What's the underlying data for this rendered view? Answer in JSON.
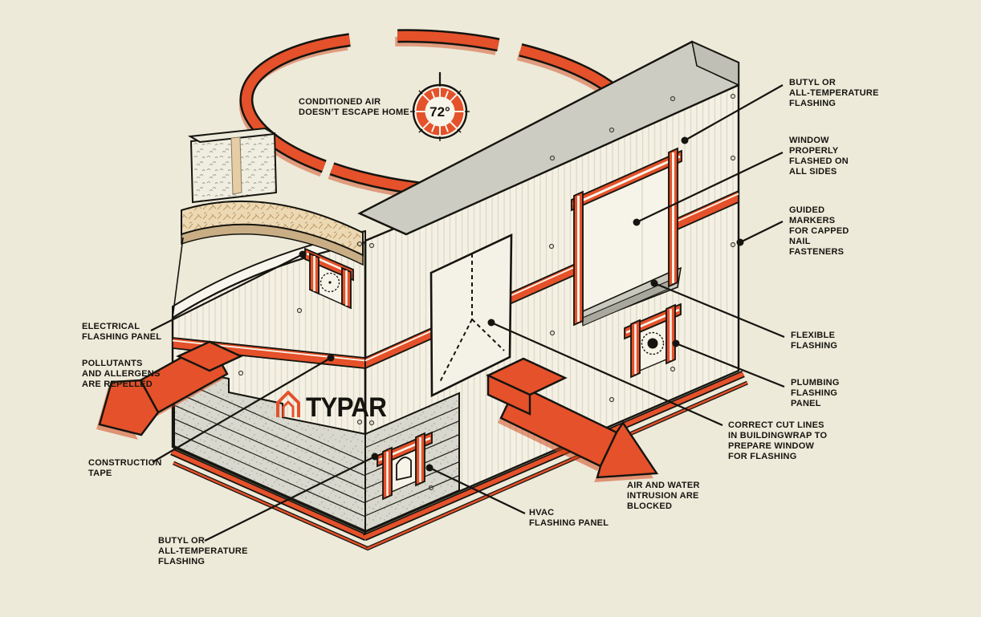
{
  "diagram": {
    "title_context": "TYPAR building wrap benefits diagram",
    "brand": "TYPAR",
    "thermostat_value": "72°",
    "conditioned_air_label": "CONDITIONED AIR\nDOESN’T ESCAPE HOME",
    "callouts": [
      {
        "id": "butyl-top",
        "text": "BUTYL OR\nALL-TEMPERATURE\nFLASHING"
      },
      {
        "id": "window",
        "text": "WINDOW\nPROPERLY\nFLASHED ON\nALL SIDES"
      },
      {
        "id": "guided-markers",
        "text": "GUIDED\nMARKERS\nFOR CAPPED\nNAIL\nFASTENERS"
      },
      {
        "id": "flexible",
        "text": "FLEXIBLE\nFLASHING"
      },
      {
        "id": "plumbing",
        "text": "PLUMBING\nFLASHING\nPANEL"
      },
      {
        "id": "cut-lines",
        "text": "CORRECT CUT LINES\nIN BUILDINGWRAP TO\nPREPARE WINDOW\nFOR FLASHING"
      },
      {
        "id": "air-water",
        "text": "AIR AND WATER\nINTRUSION ARE\nBLOCKED"
      },
      {
        "id": "hvac",
        "text": "HVAC\nFLASHING PANEL"
      },
      {
        "id": "butyl-bottom",
        "text": "BUTYL OR\nALL-TEMPERATURE\nFLASHING"
      },
      {
        "id": "construction-tape",
        "text": "CONSTRUCTION\nTAPE"
      },
      {
        "id": "pollutants",
        "text": "POLLUTANTS\nAND ALLERGENS\nARE REPELLED"
      },
      {
        "id": "electrical",
        "text": "ELECTRICAL\nFLASHING PANEL"
      }
    ],
    "colors": {
      "accent_orange": "#E4512A",
      "shadow_orange": "#D23D12",
      "background": "#EDEAD9",
      "ink": "#15140F",
      "wall_cream": "#F4F1E4",
      "beam_gray": "#CDCCC2",
      "siding_gray": "#D9D8CE",
      "osb_tan": "#ECD9B4"
    }
  }
}
